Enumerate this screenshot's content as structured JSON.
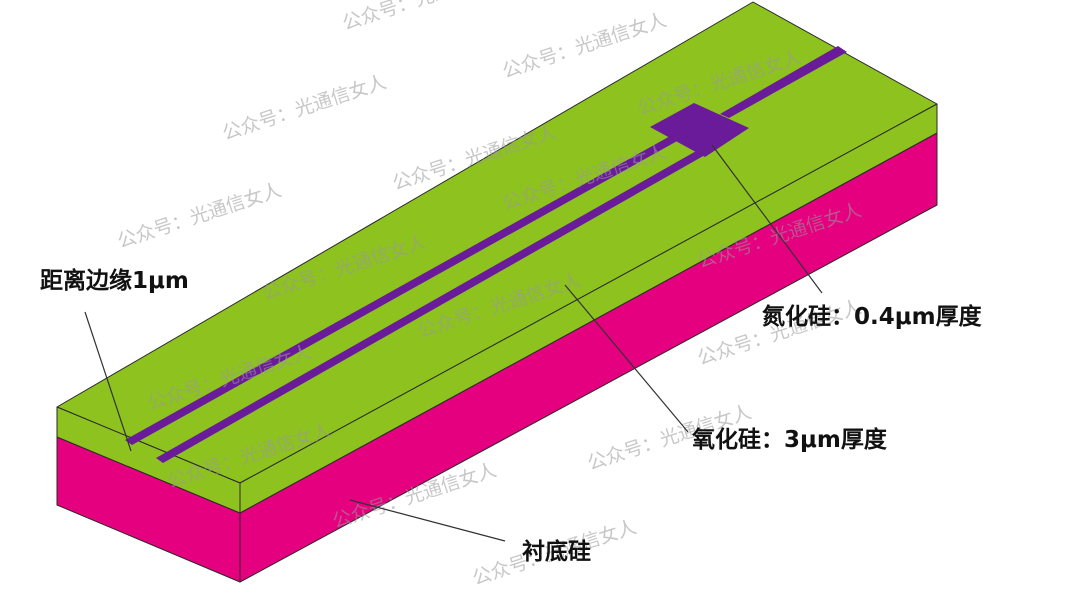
{
  "labels": {
    "edge_distance": "距离边缘1μm",
    "nitride": "氮化硅：0.4μm厚度",
    "oxide": "氧化硅：3μm厚度",
    "substrate": "衬底硅"
  },
  "watermark": "公众号：光通信女人",
  "colors": {
    "oxide_top": "#8dc21f",
    "oxide_side": "#8dc21f",
    "substrate": "#e4007f",
    "waveguide": "#6a1b9a"
  }
}
